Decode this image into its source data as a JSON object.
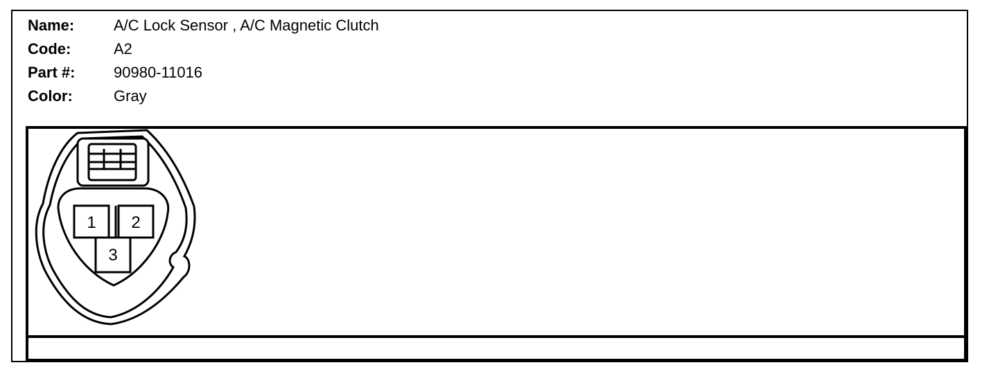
{
  "info": {
    "name_label": "Name:",
    "name_value": "A/C Lock Sensor , A/C Magnetic Clutch",
    "code_label": "Code:",
    "code_value": "A2",
    "part_label": "Part #:",
    "part_value": "90980-11016",
    "color_label": "Color:",
    "color_value": "Gray"
  },
  "connector": {
    "pins": [
      {
        "id": "pin-1",
        "label": "1"
      },
      {
        "id": "pin-2",
        "label": "2"
      },
      {
        "id": "pin-3",
        "label": "3"
      }
    ]
  }
}
